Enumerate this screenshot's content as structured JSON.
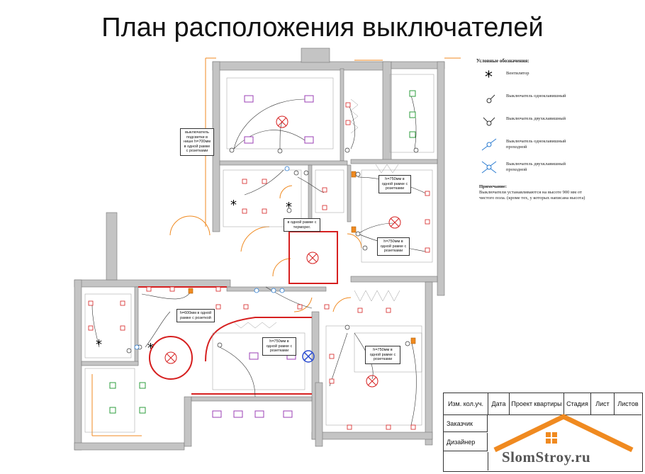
{
  "title": "План расположения выключателей",
  "legend": {
    "title": "Условные обозначения:",
    "items": [
      {
        "icon": "fan-icon",
        "label": "Вентилятор"
      },
      {
        "icon": "single-switch-icon",
        "label": "Выключатель одноклавишный"
      },
      {
        "icon": "double-switch-icon",
        "label": "Выключатель двухклавишный"
      },
      {
        "icon": "single-passthrough-switch-icon",
        "label": "Выключатель одноклавишный проходной"
      },
      {
        "icon": "double-passthrough-switch-icon",
        "label": "Выключатель двухклавишный проходной"
      }
    ]
  },
  "note": {
    "title": "Примечание:",
    "text": "Выключатели устанавливаются на высоте 900 мм от чистого пола. (кроме тех, у которых написана высота)"
  },
  "callouts": {
    "niche_lighting": "выключатель подсветки в нише h=700мм в одной рамке с розетками",
    "kitchen_top": "h=750мм в одной рамке с розетками",
    "bath_thermostat": "в одной рамке с терморег.",
    "room_right": "h=750мм в одной рамке с розетками",
    "hall": "h=600мм в одной рамке с розеткой",
    "living": "h=750мм в одной рамке с розетками",
    "bedroom": "h=750мм в одной рамке с розетками"
  },
  "stamp": {
    "col1": "Изм. кол.уч.",
    "col2": "Дата",
    "col3": "Проект квартиры",
    "col4": "Стадия",
    "col5": "Лист",
    "col6": "Листов",
    "row2": "Заказчик",
    "row3": "Дизайнер"
  },
  "logo": "SlomStroy.ru",
  "colors": {
    "wall": "#bdbdbd",
    "light": "#d62020",
    "socket_purple": "#9b3fb5",
    "socket_green": "#2e9e3e",
    "orange": "#f08a20",
    "blue": "#2a4bd0"
  }
}
